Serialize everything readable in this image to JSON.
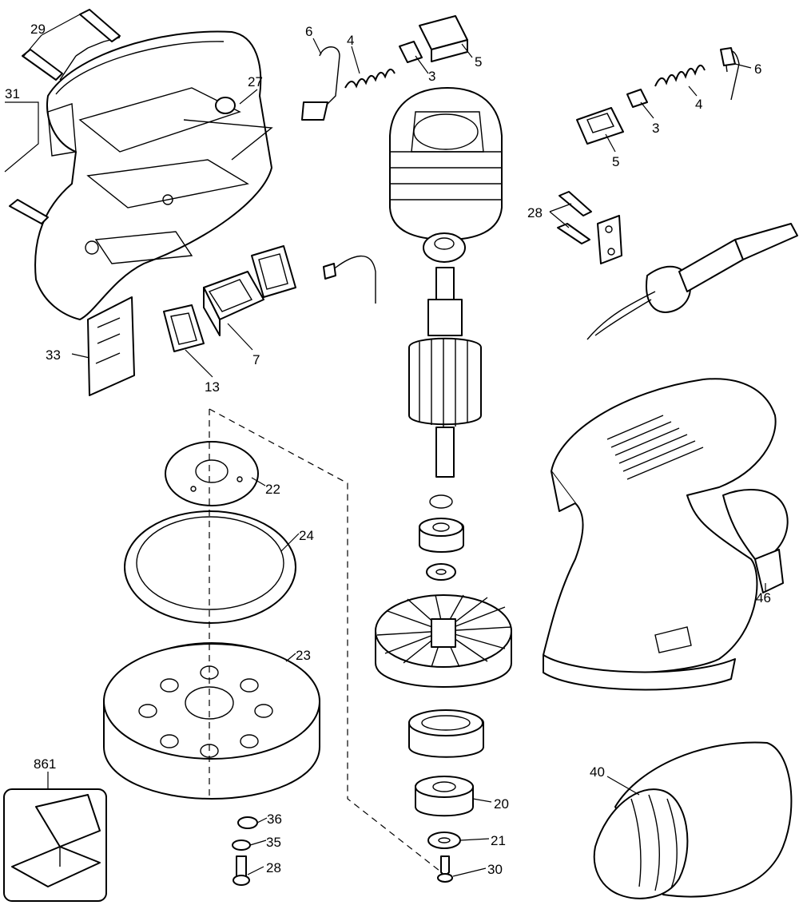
{
  "labels": {
    "p29": "29",
    "p31": "31",
    "p27": "27",
    "p33": "33",
    "p6a": "6",
    "p4a": "4",
    "p3a": "3",
    "p5a": "5",
    "p6b": "6",
    "p4b": "4",
    "p3b": "3",
    "p5b": "5",
    "p28a": "28",
    "p7": "7",
    "p13": "13",
    "p22": "22",
    "p24": "24",
    "p23": "23",
    "p861": "861",
    "p36": "36",
    "p35": "35",
    "p28b": "28",
    "p20": "20",
    "p21": "21",
    "p30": "30",
    "p40": "40",
    "p46": "46"
  },
  "colors": {
    "line": "#000000",
    "background": "#ffffff"
  }
}
